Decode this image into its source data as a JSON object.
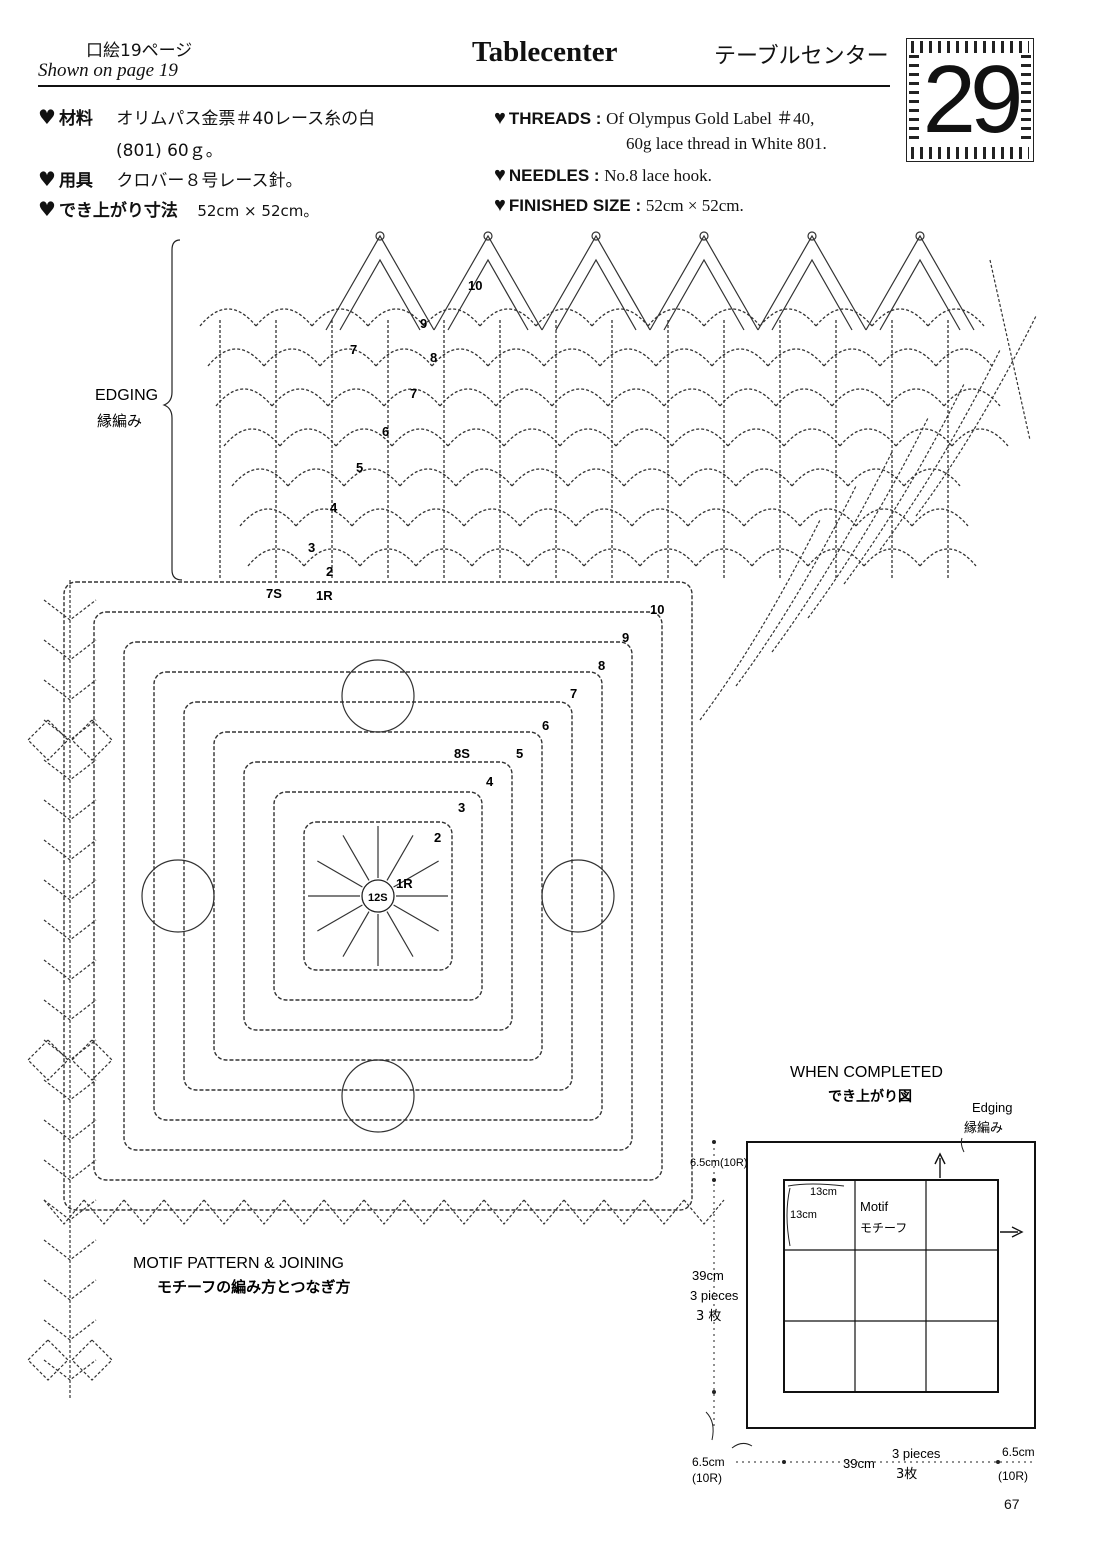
{
  "header": {
    "page_ref_jp": "口絵19ページ",
    "page_ref_en": "Shown on page 19",
    "title_en": "Tablecenter",
    "title_jp": "テーブルセンター",
    "pattern_number": "29"
  },
  "materials_jp": {
    "materials_label": "材料",
    "materials_value": "オリムパス金票＃40レース糸の白",
    "materials_value_2": "(801) 60ｇ。",
    "tools_label": "用具",
    "tools_value": "クロバー８号レース針。",
    "size_label": "でき上がり寸法",
    "size_value": "52cm × 52cm。"
  },
  "materials_en": {
    "threads_label": "THREADS",
    "threads_value": "Of Olympus Gold Label ＃40,",
    "threads_value_2": "60g lace thread in White 801.",
    "needles_label": "NEEDLES",
    "needles_value": "No.8 lace hook.",
    "size_label": "FINISHED SIZE",
    "size_value": "52cm × 52cm."
  },
  "chart": {
    "edging_en": "EDGING",
    "edging_jp": "縁編み",
    "motif_en": "MOTIF PATTERN & JOINING",
    "motif_jp": "モチーフの編み方とつなぎ方",
    "edging_round_labels": [
      "10",
      "9",
      "8",
      "7",
      "7",
      "6",
      "5",
      "4",
      "3",
      "2",
      "1R",
      "7S"
    ],
    "motif_round_labels": [
      "1R",
      "12S",
      "2",
      "3",
      "4",
      "5",
      "6",
      "7",
      "8",
      "8S",
      "9",
      "10"
    ]
  },
  "completed": {
    "title_en": "WHEN COMPLETED",
    "title_jp": "でき上がり図",
    "edging_en": "Edging",
    "edging_jp": "縁編み",
    "motif_en": "Motif",
    "motif_jp": "モチーフ",
    "motif_w": "13cm",
    "motif_h": "13cm",
    "edge_top": "6.5cm",
    "edge_top_r": "(10R)",
    "side_cm": "39cm",
    "side_pieces": "3 pieces",
    "side_pieces_jp": "3 枚",
    "bottom_left": "6.5cm",
    "bottom_left_r": "(10R)",
    "bottom_cm": "39cm",
    "bottom_pieces": "3 pieces",
    "bottom_pieces_jp": "3枚",
    "bottom_right": "6.5cm",
    "bottom_right_r": "(10R)"
  },
  "footer": {
    "page_number": "67"
  }
}
